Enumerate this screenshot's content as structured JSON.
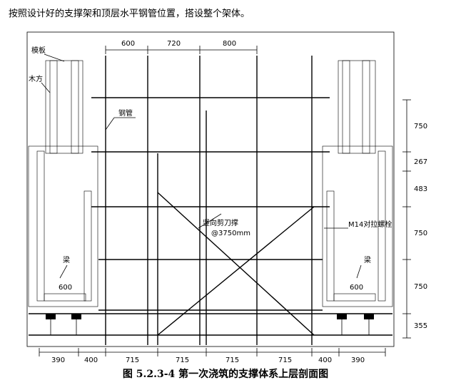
{
  "intro_text": "按照设计好的支撑架和顶层水平钢管位置，搭设整个架体。",
  "caption": "图 5.2.3-4  第一次浇筑的支撑体系上层剖面图",
  "labels": {
    "formwork": "模板",
    "timber": "木方",
    "steel_pipe": "钢管",
    "brace": "竖向剪刀撑",
    "brace_spacing": "@3750mm",
    "tie_bolt": "M14对拉螺栓",
    "beam_left": "梁",
    "beam_right": "梁",
    "beam_width_left": "600",
    "beam_width_right": "600"
  },
  "top_dims": [
    "600",
    "720",
    "800"
  ],
  "bottom_dims": [
    "390",
    "400",
    "715",
    "715",
    "715",
    "715",
    "400",
    "390"
  ],
  "right_dims": [
    "750",
    "267",
    "483",
    "750",
    "750",
    "355"
  ]
}
